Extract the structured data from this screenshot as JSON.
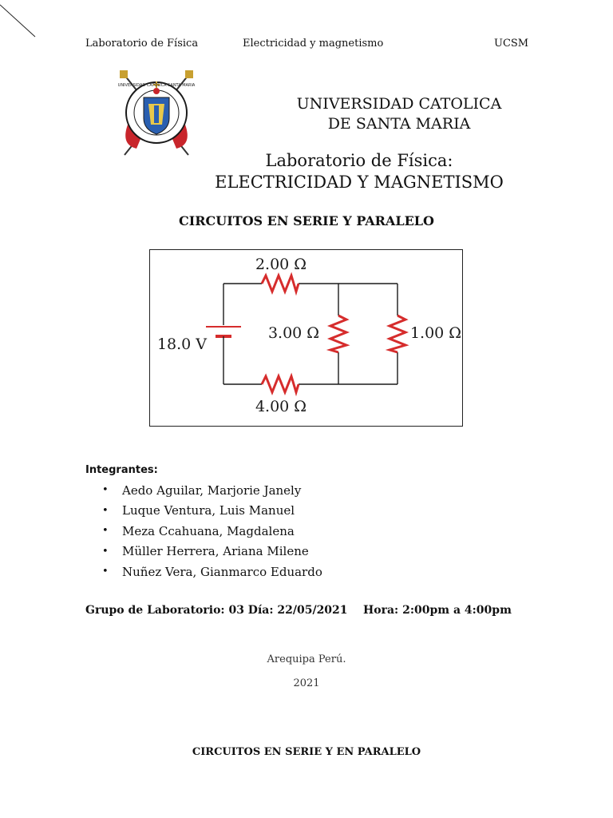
{
  "header": {
    "left": "Laboratorio de Física",
    "center": "Electricidad y magnetismo",
    "right": "UCSM"
  },
  "university": {
    "line1": "UNIVERSIDAD CATOLICA",
    "line2": "DE SANTA MARIA",
    "seal_text": "UNIVERSIDAD CATOLICA SANTA MARIA"
  },
  "lab": {
    "line1": "Laboratorio de Física:",
    "line2": "ELECTRICIDAD Y MAGNETISMO"
  },
  "document_title": "CIRCUITOS EN SERIE Y PARALELO",
  "circuit": {
    "battery": "18.0 V",
    "r_top": "2.00 Ω",
    "r_bottom": "4.00 Ω",
    "r_middle": "3.00 Ω",
    "r_right": "1.00 Ω",
    "resistor_color": "#d62c2c"
  },
  "members": {
    "label": "Integrantes:",
    "bullet": "•",
    "names": [
      "Aedo Aguilar, Marjorie Janely",
      "Luque Ventura, Luis Manuel",
      "Meza Ccahuana, Magdalena",
      "Müller Herrera, Ariana Milene",
      "Nuñez Vera, Gianmarco Eduardo"
    ]
  },
  "group_info": "Grupo de Laboratorio: 03 Día: 22/05/2021    Hora: 2:00pm a 4:00pm",
  "location": "Arequipa Perú.",
  "year": "2021",
  "footer_title": "CIRCUITOS EN SERIE Y EN PARALELO"
}
